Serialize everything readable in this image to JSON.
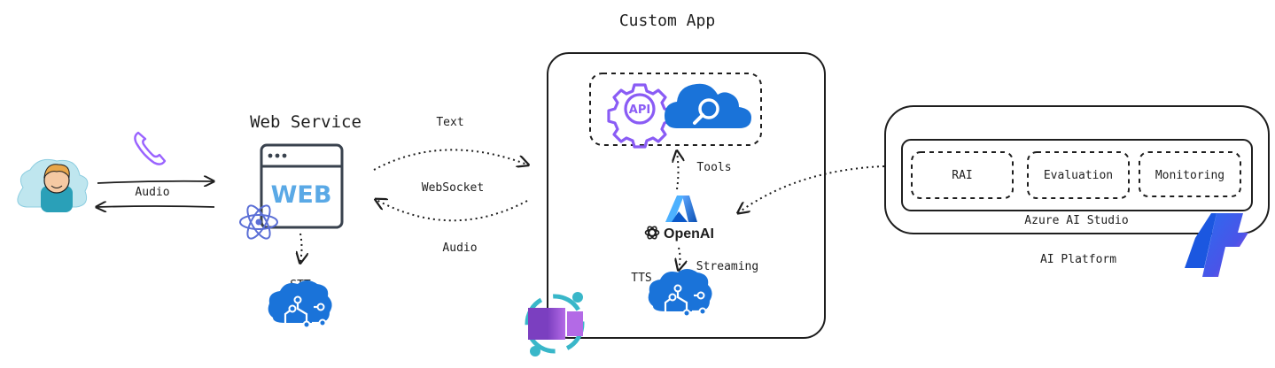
{
  "diagram": {
    "custom_app_title": "Custom App",
    "web_service_title": "Web Service",
    "web_icon_text": "WEB",
    "api_icon_text": "API",
    "edge_audio_left": "Audio",
    "edge_text": "Text",
    "edge_websocket": "WebSocket",
    "edge_audio_right": "Audio",
    "stt_label": "STT",
    "tools_label": "Tools",
    "openai_label": "OpenAI",
    "streaming_label": "Streaming",
    "tts_label": "TTS",
    "rai_label": "RAI",
    "evaluation_label": "Evaluation",
    "monitoring_label": "Monitoring",
    "studio_label": "Azure AI  Studio",
    "platform_label": "AI Platform"
  },
  "colors": {
    "stroke": "#1e1e1e",
    "azure_blue": "#1a73d9",
    "api_purple": "#8a5cf5",
    "webapp_purple": "#9b4dca",
    "teal": "#39b7c9",
    "web_text": "#5aa9e6",
    "react_blue": "#5b6fd6",
    "phone_purple": "#9a63ff"
  },
  "icons": [
    "user-avatar-icon",
    "phone-icon",
    "web-browser-icon",
    "react-icon",
    "brain-chip-icon",
    "api-gear-icon",
    "cloud-search-icon",
    "azure-logo-icon",
    "openai-logo-icon",
    "container-apps-icon",
    "azure-ai-studio-icon"
  ]
}
